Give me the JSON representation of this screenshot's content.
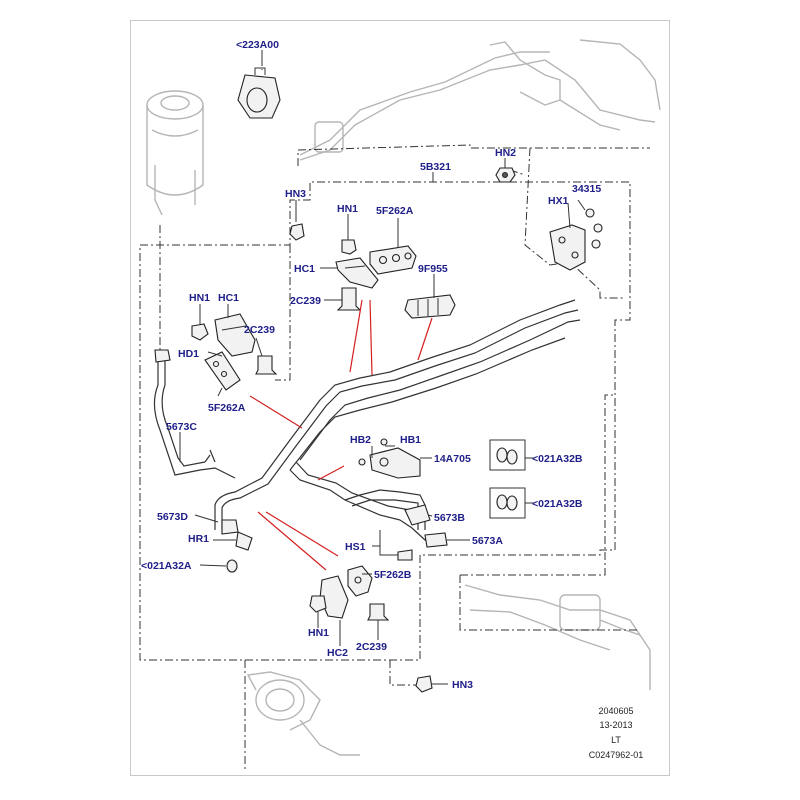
{
  "labels": {
    "l223A00": "<223A00",
    "l5B321": "5B321",
    "lHN2": "HN2",
    "l34315": "34315",
    "lHX1": "HX1",
    "lHN3a": "HN3",
    "lHN1a": "HN1",
    "l5F262Aa": "5F262A",
    "lHC1a": "HC1",
    "l9F955": "9F955",
    "l2C239a": "2C239",
    "lHN1b": "HN1",
    "lHC1b": "HC1",
    "l2C239b": "2C239",
    "lHD1": "HD1",
    "l5F262Ab": "5F262A",
    "l5673C": "5673C",
    "lHB2": "HB2",
    "lHB1": "HB1",
    "l14A705": "14A705",
    "l021A32Ba": "<021A32B",
    "l021A32Bb": "<021A32B",
    "l5673D": "5673D",
    "l5673B": "5673B",
    "lHR1": "HR1",
    "lHS1": "HS1",
    "l5673A": "5673A",
    "l021A32A": "<021A32A",
    "l5F262B": "5F262B",
    "lHN1c": "HN1",
    "lHC2": "HC2",
    "l2C239c": "2C239",
    "lHN3b": "HN3"
  },
  "footer": {
    "line1": "2040605",
    "line2": "13-2013",
    "line3": "LT",
    "line4": "C0247962-01"
  },
  "colors": {
    "label": "#20208a",
    "leader": "#d42020",
    "line": "#333333"
  }
}
